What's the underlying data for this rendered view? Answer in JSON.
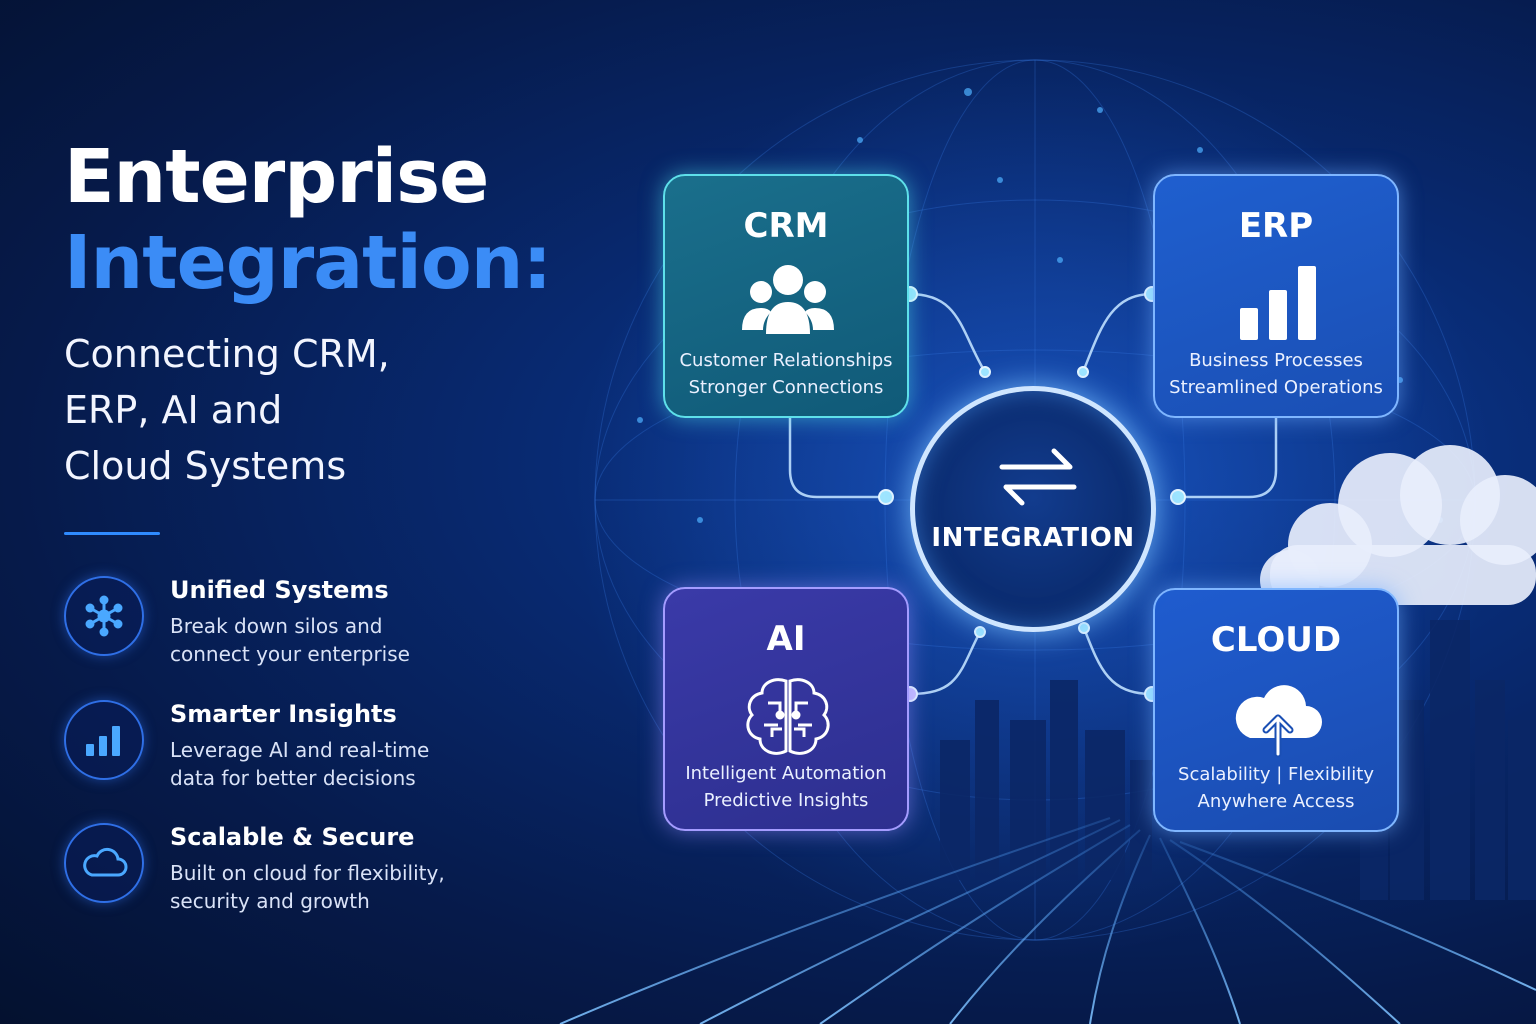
{
  "hero": {
    "title_line1": "Enterprise",
    "title_line2": "Integration:",
    "subtitle_line1": "Connecting CRM,",
    "subtitle_line2": "ERP, AI and",
    "subtitle_line3": "Cloud Systems"
  },
  "features": [
    {
      "title": "Unified Systems",
      "desc_line1": "Break down silos and",
      "desc_line2": "connect your enterprise",
      "icon": "network-hub-icon"
    },
    {
      "title": "Smarter Insights",
      "desc_line1": "Leverage AI and real-time",
      "desc_line2": "data for better decisions",
      "icon": "bar-chart-icon"
    },
    {
      "title": "Scalable & Secure",
      "desc_line1": "Built on cloud for flexibility,",
      "desc_line2": "security and growth",
      "icon": "cloud-icon"
    }
  ],
  "cards": {
    "crm": {
      "title": "CRM",
      "line1": "Customer Relationships",
      "line2": "Stronger Connections",
      "icon": "users-icon"
    },
    "erp": {
      "title": "ERP",
      "line1": "Business Processes",
      "line2": "Streamlined Operations",
      "icon": "bar-chart-icon"
    },
    "ai": {
      "title": "AI",
      "line1": "Intelligent Automation",
      "line2": "Predictive Insights",
      "icon": "brain-circuit-icon"
    },
    "cloud": {
      "title": "CLOUD",
      "line1": "Scalability | Flexibility",
      "line2": "Anywhere Access",
      "icon": "cloud-upload-icon"
    }
  },
  "hub": {
    "label": "INTEGRATION",
    "icon": "sync-arrows-icon"
  },
  "colors": {
    "accent": "#3b8cf6",
    "crm": "#5ee0ea",
    "erp": "#7fb6ff",
    "ai": "#a49cff",
    "cloud": "#7fb6ff",
    "hub_ring": "#cfe6ff"
  }
}
